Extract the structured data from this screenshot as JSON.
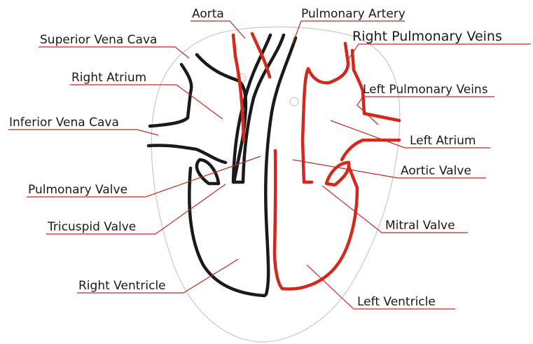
{
  "colors": {
    "deoxygenated": "#1a1a1a",
    "oxygenated": "#d2281e",
    "leader": "#c8281e",
    "outline": "#c8c8c8"
  },
  "labels": {
    "aorta": "Aorta",
    "pulmonary_artery": "Pulmonary Artery",
    "superior_vena_cava": "Superior Vena Cava",
    "right_pulmonary_veins": "Right Pulmonary Veins",
    "right_atrium": "Right Atrium",
    "left_pulmonary_veins": "Left Pulmonary Veins",
    "inferior_vena_cava": "Inferior Vena Cava",
    "left_atrium": "Left Atrium",
    "aortic_valve": "Aortic Valve",
    "pulmonary_valve": "Pulmonary Valve",
    "mitral_valve": "Mitral Valve",
    "tricuspid_valve": "Tricuspid Valve",
    "right_ventricle": "Right Ventricle",
    "left_ventricle": "Left Ventricle"
  }
}
